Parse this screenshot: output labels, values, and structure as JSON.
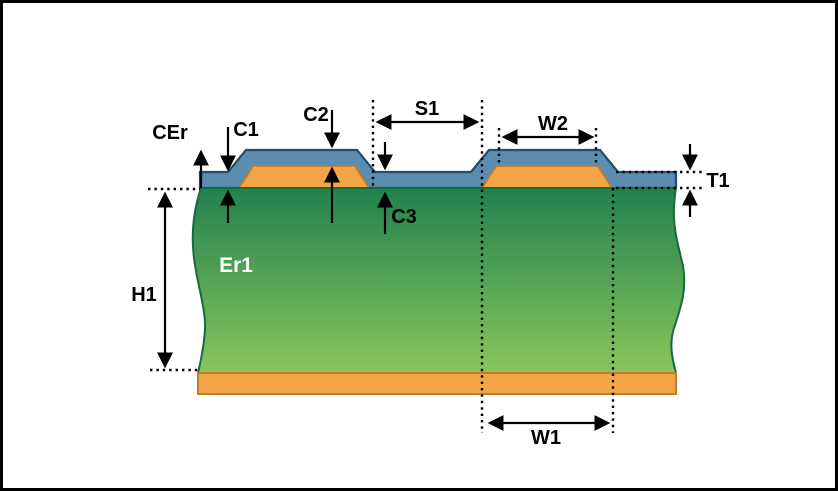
{
  "diagram": {
    "labels": {
      "cer": "CEr",
      "c1": "C1",
      "c2": "C2",
      "c3": "C3",
      "s1": "S1",
      "w2": "W2",
      "t1": "T1",
      "h1": "H1",
      "w1": "W1",
      "er1": "Er1"
    },
    "colors": {
      "background": "#FFFFFF",
      "border": "#000000",
      "annotation": "#000000",
      "substrate_top": "#22814E",
      "substrate_bottom": "#88C65C",
      "substrate_outline": "#176940",
      "copper_fill": "#F3A445",
      "copper_outline": "#C07B2F",
      "coating_fill": "#5B8DB0",
      "coating_outline": "#1F4E6E",
      "er1_text": "#FFFFFF"
    }
  }
}
